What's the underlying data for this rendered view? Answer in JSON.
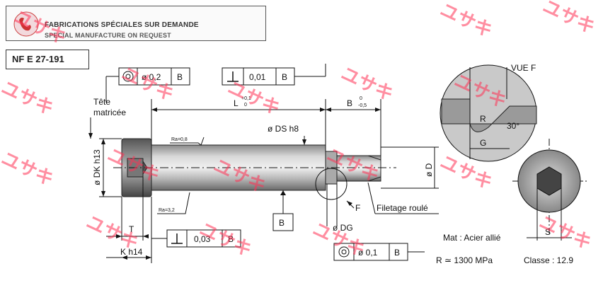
{
  "banner": {
    "line1": "FABRICATIONS SPÉCIALES SUR DEMANDE",
    "line2": "SPECIAL MANUFACTURE ON REQUEST"
  },
  "standard": "NF E 27-191",
  "tolerance_frames": {
    "concentricity_head": {
      "value": "ø 0,2",
      "datum": "B"
    },
    "perpendicular_top": {
      "value": "0,01",
      "datum": "B"
    },
    "perpendicular_bottom": {
      "value": "0,03",
      "datum": "B"
    },
    "concentricity_bottom": {
      "value": "ø 0,1",
      "datum": "B"
    }
  },
  "labels": {
    "tete_line1": "Tête",
    "tete_line2": "matricée",
    "L": "L",
    "L_tol_upper": "+0,1",
    "L_tol_lower": "0",
    "B": "B",
    "B_tol_upper": "0",
    "B_tol_lower": "-0,5",
    "ds": "ø DS h8",
    "dk": "ø DK h13",
    "d": "ø D",
    "dg": "ø DG",
    "t": "T",
    "k": "K h14",
    "f": "F",
    "filetage": "Filetage roulé",
    "ra_top": "Ra=0,8",
    "ra_bottom": "Ra=3,2",
    "datum_b": "B",
    "view_f": "VUE  F",
    "r": "R",
    "g": "G",
    "angle": "30°",
    "s": "S"
  },
  "material": {
    "mat": "Mat : Acier allié",
    "r": "R ≃ 1300 MPa",
    "classe": "Classe : 12.9"
  },
  "watermark": {
    "text": "ユサキ",
    "color": "#ff3355"
  }
}
